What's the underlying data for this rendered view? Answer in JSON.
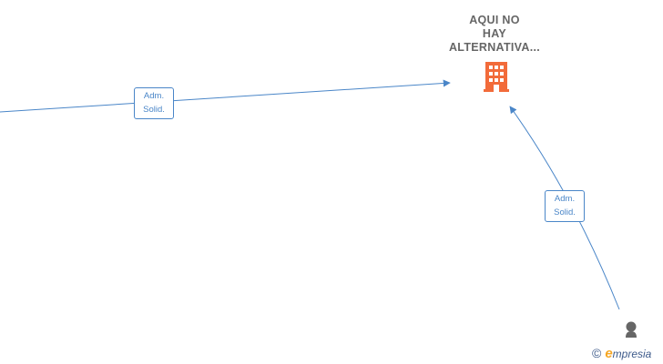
{
  "company_node": {
    "title_lines": [
      "AQUI NO",
      "HAY",
      "ALTERNATIVA..."
    ],
    "icon": "building-icon",
    "color": "#f26b3a"
  },
  "person_node": {
    "icon": "person-icon",
    "color": "#666666"
  },
  "edges": [
    {
      "label_lines": [
        "Adm.",
        "Solid."
      ],
      "target": "company_node"
    },
    {
      "label_lines": [
        "Adm.",
        "Solid."
      ],
      "source": "person_node",
      "target": "company_node"
    }
  ],
  "edge_color": "#4a86c8",
  "watermark": {
    "copyright": "©",
    "brand_initial": "e",
    "brand_rest": "mpresia"
  }
}
